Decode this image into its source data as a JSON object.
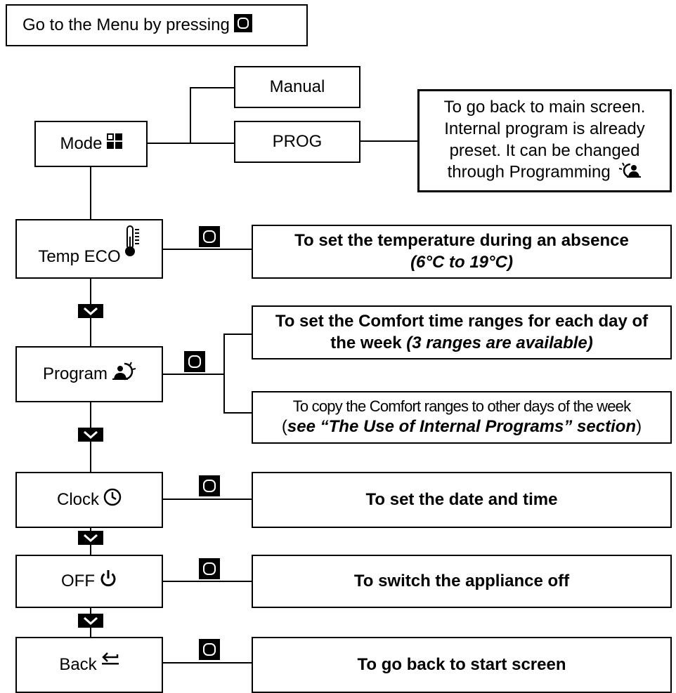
{
  "header": {
    "text": "Go to the Menu by pressing",
    "ok_icon": "ok-button-icon"
  },
  "mode": {
    "label": "Mode",
    "icon": "mode-grid-icon",
    "options": [
      "Manual",
      "PROG"
    ],
    "prog_note": [
      "To go back to main screen.",
      "Internal program is already",
      "preset. It can be changed",
      "through Programming"
    ],
    "prog_note_icon": "programming-icon"
  },
  "temp_eco": {
    "label": "Temp ECO",
    "icon": "thermometer-icon",
    "desc": "To set the temperature during an absence",
    "range": "(6°C to 19°C)"
  },
  "program": {
    "label": "Program",
    "icon": "program-icon",
    "desc1_a": "To set the Comfort time ranges for each day of",
    "desc1_b": "the week",
    "desc1_c": "(3 ranges are available)",
    "desc2_a": "To copy the Comfort ranges to other days of the week",
    "desc2_b": "(",
    "desc2_c": "see “The Use of Internal Programs” section",
    "desc2_d": ")"
  },
  "clock": {
    "label": "Clock",
    "icon": "clock-icon",
    "desc": "To set the date and time"
  },
  "off": {
    "label": "OFF",
    "icon": "power-icon",
    "desc": "To switch the appliance off"
  },
  "back": {
    "label": "Back",
    "icon": "back-arrow-icon",
    "desc": "To go back to start screen"
  },
  "nav_icons": {
    "ok": "ok-button-icon",
    "down": "down-arrow-button-icon"
  }
}
